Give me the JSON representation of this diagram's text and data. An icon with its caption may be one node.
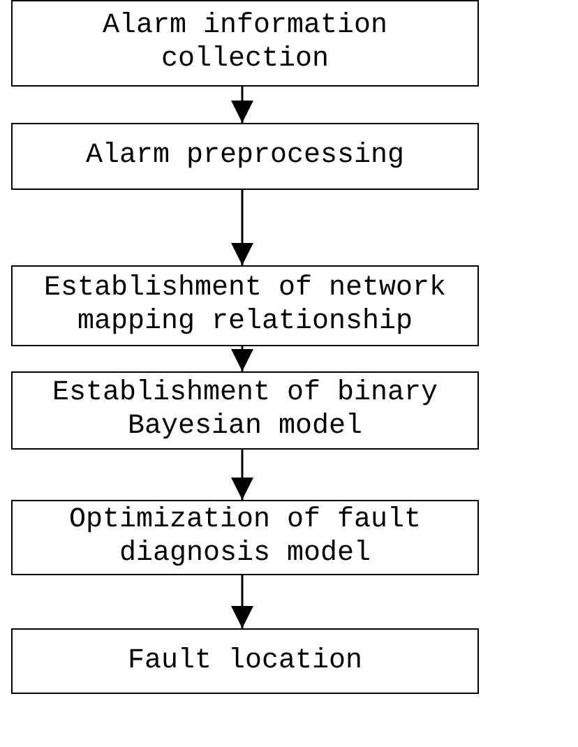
{
  "diagram": {
    "nodes": [
      {
        "text": [
          "Alarm information collection"
        ]
      },
      {
        "text": [
          "Alarm preprocessing"
        ]
      },
      {
        "text": [
          "Establishment of network mapping relationship"
        ]
      },
      {
        "text": [
          "Establishment of binary Bayesian model"
        ]
      },
      {
        "text": [
          "Optimization of fault diagnosis model"
        ]
      },
      {
        "text": [
          "Fault location"
        ]
      }
    ],
    "edges": [
      {
        "from": 0,
        "to": 1,
        "arrow": "to"
      },
      {
        "from": 1,
        "to": 2,
        "arrow": "to"
      },
      {
        "from": 2,
        "to": 3,
        "arrow": "to"
      },
      {
        "from": 3,
        "to": 4,
        "arrow": "to"
      },
      {
        "from": 4,
        "to": 5,
        "arrow": "to"
      }
    ]
  }
}
